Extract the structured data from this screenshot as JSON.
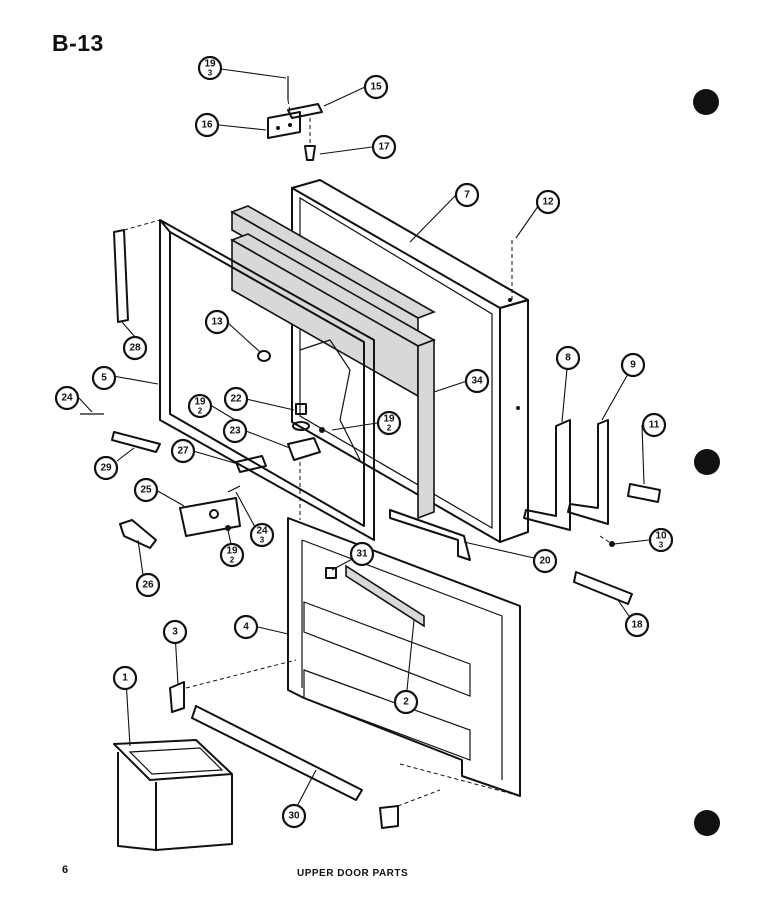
{
  "page": {
    "title": "B-13",
    "page_number": "6",
    "caption": "UPPER DOOR PARTS"
  },
  "callouts": [
    {
      "id": "c-19a",
      "num": "19",
      "sub": "3"
    },
    {
      "id": "c-15",
      "num": "15"
    },
    {
      "id": "c-16",
      "num": "16"
    },
    {
      "id": "c-17",
      "num": "17"
    },
    {
      "id": "c-7",
      "num": "7"
    },
    {
      "id": "c-12",
      "num": "12"
    },
    {
      "id": "c-28",
      "num": "28"
    },
    {
      "id": "c-13",
      "num": "13"
    },
    {
      "id": "c-5",
      "num": "5"
    },
    {
      "id": "c-34",
      "num": "34"
    },
    {
      "id": "c-8",
      "num": "8"
    },
    {
      "id": "c-9",
      "num": "9"
    },
    {
      "id": "c-24a",
      "num": "24"
    },
    {
      "id": "c-19b",
      "num": "19",
      "sub": "2"
    },
    {
      "id": "c-22",
      "num": "22"
    },
    {
      "id": "c-19c",
      "num": "19",
      "sub": "2"
    },
    {
      "id": "c-23",
      "num": "23"
    },
    {
      "id": "c-11",
      "num": "11"
    },
    {
      "id": "c-29",
      "num": "29"
    },
    {
      "id": "c-27",
      "num": "27"
    },
    {
      "id": "c-25",
      "num": "25"
    },
    {
      "id": "c-24b",
      "num": "24",
      "sub": "3"
    },
    {
      "id": "c-19d",
      "num": "19",
      "sub": "2"
    },
    {
      "id": "c-10",
      "num": "10",
      "sub": "3"
    },
    {
      "id": "c-20",
      "num": "20"
    },
    {
      "id": "c-31",
      "num": "31"
    },
    {
      "id": "c-26",
      "num": "26"
    },
    {
      "id": "c-4",
      "num": "4"
    },
    {
      "id": "c-18",
      "num": "18"
    },
    {
      "id": "c-3",
      "num": "3"
    },
    {
      "id": "c-1",
      "num": "1"
    },
    {
      "id": "c-2",
      "num": "2"
    },
    {
      "id": "c-30",
      "num": "30"
    }
  ]
}
